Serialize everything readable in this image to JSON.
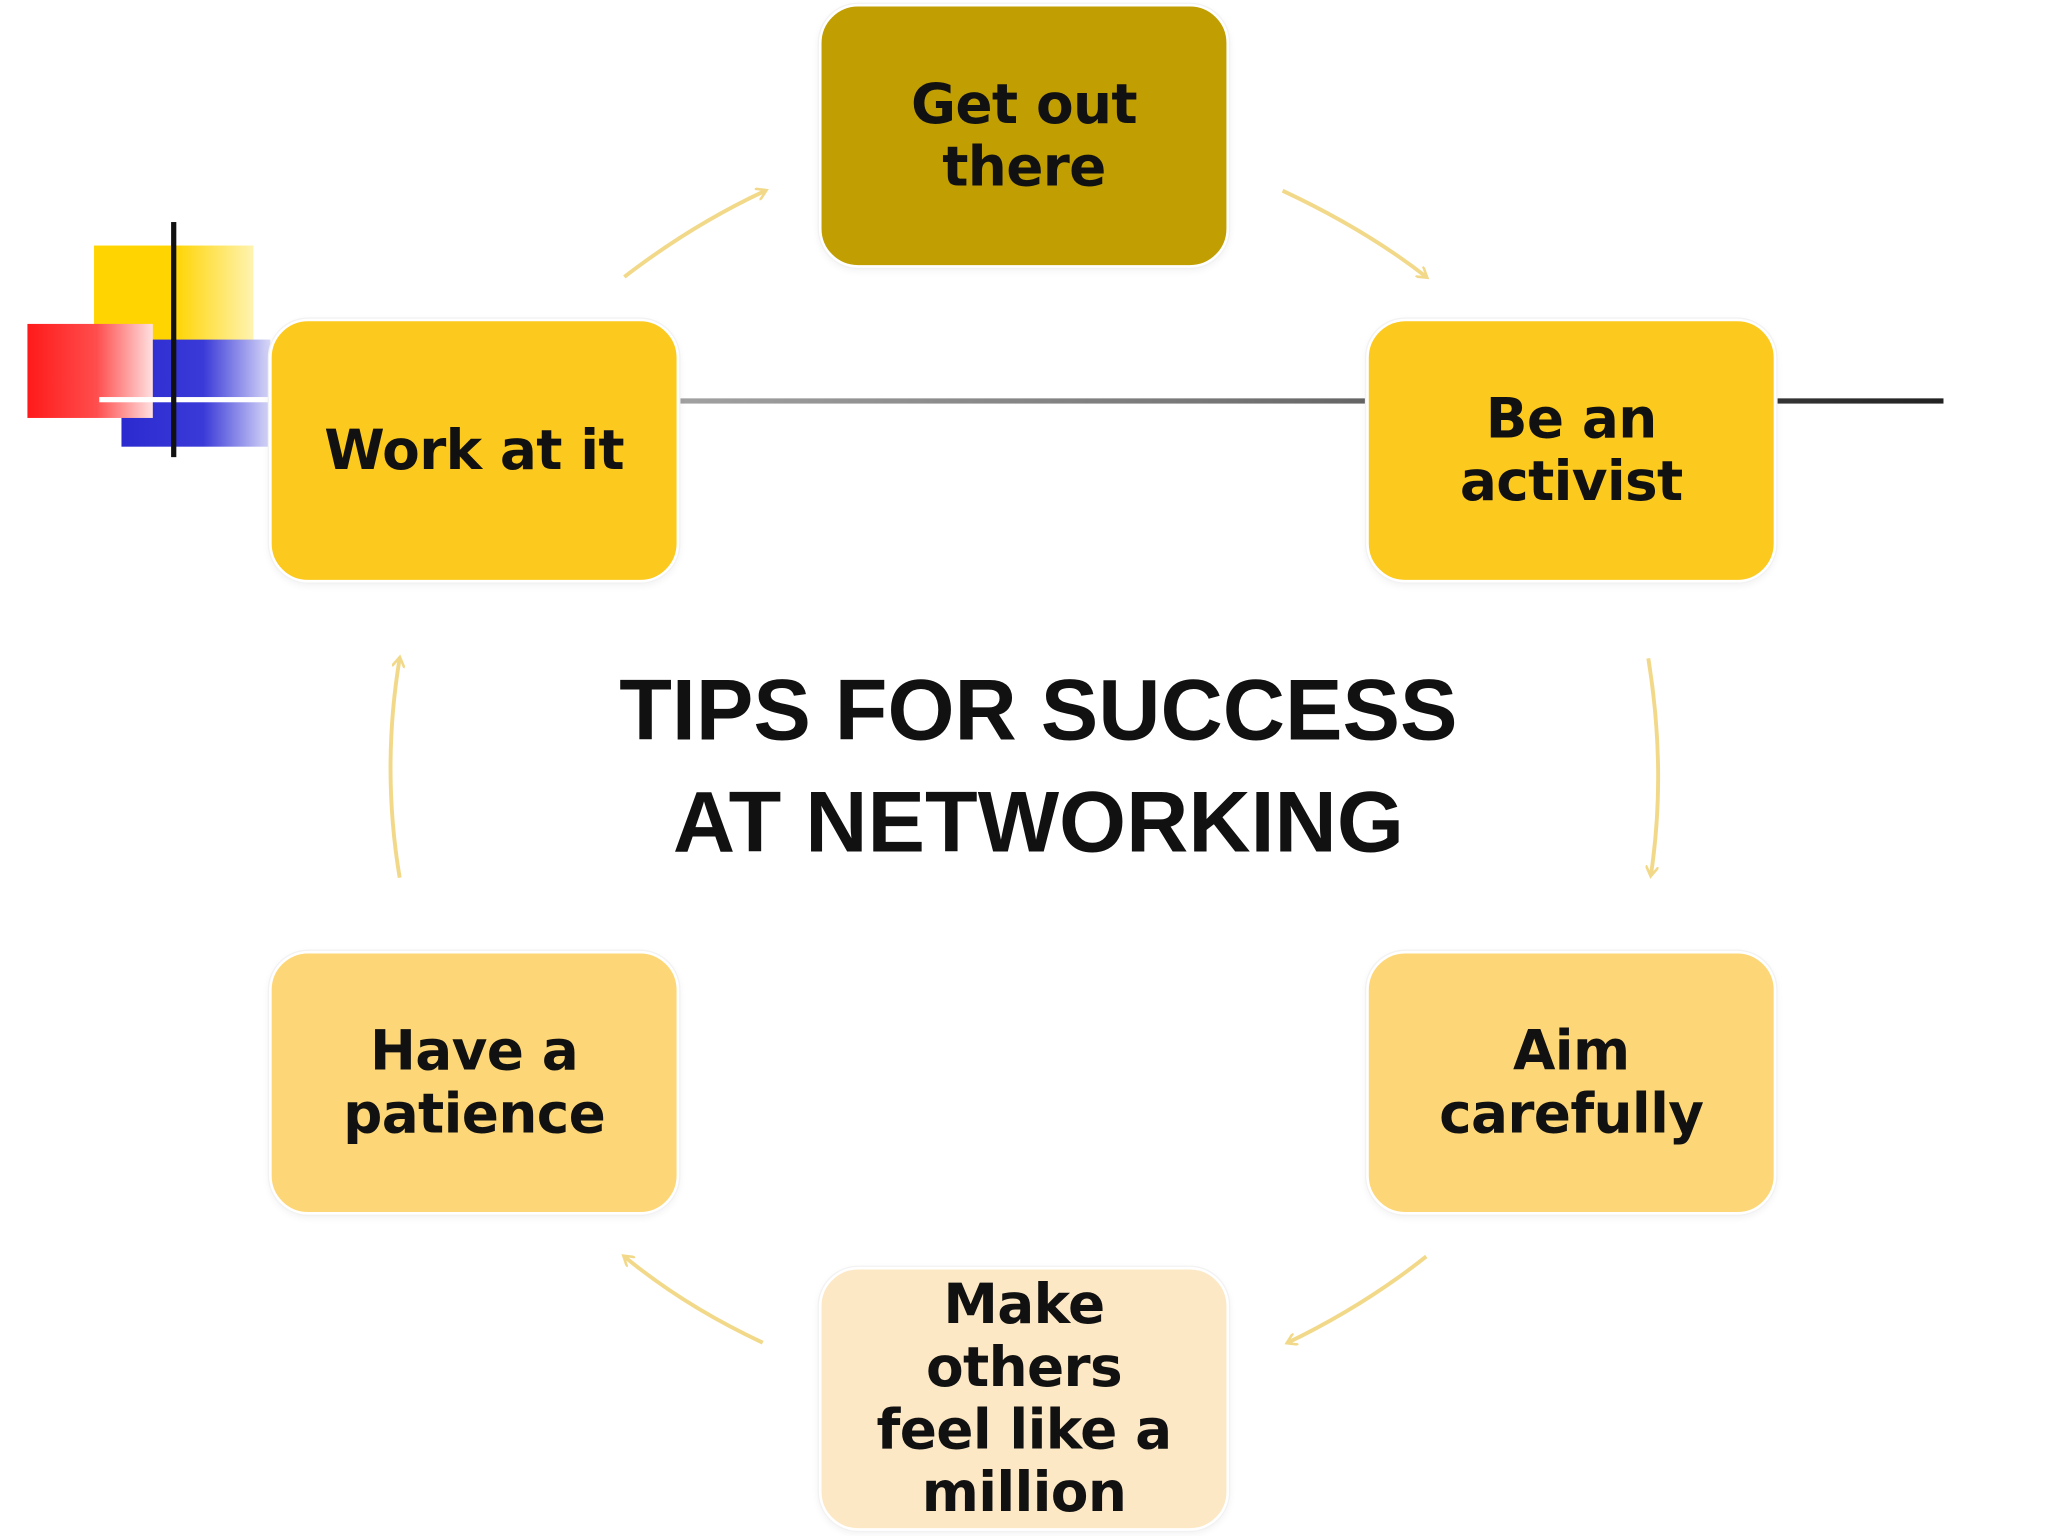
{
  "title": {
    "line1": "TIPS FOR SUCCESS",
    "line2": "AT NETWORKING"
  },
  "cycle": {
    "direction": "clockwise",
    "nodes": [
      {
        "label": "Get out\nthere",
        "color": "#c19f02"
      },
      {
        "label": "Be an\nactivist",
        "color": "#fcc91e"
      },
      {
        "label": "Aim\ncarefully",
        "color": "#fdd777"
      },
      {
        "label": "Make others\nfeel like a\nmillion",
        "color": "#fde8c6"
      },
      {
        "label": "Have a\npatience",
        "color": "#fdd777"
      },
      {
        "label": "Work at it",
        "color": "#fcc91e"
      }
    ],
    "arrow_color": "#f2d98a"
  },
  "decoration": {
    "colors": {
      "yellow": "#ffd400",
      "red": "#ff1a1a",
      "blue": "#2a2ad0",
      "line": "#222222"
    }
  }
}
